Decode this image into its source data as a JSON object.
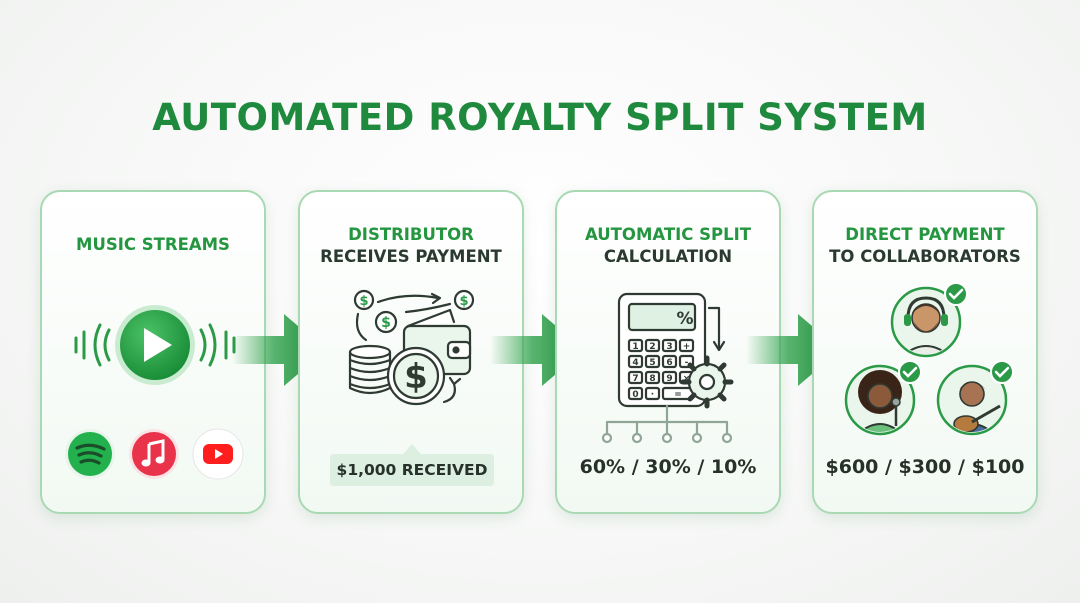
{
  "title": "AUTOMATED ROYALTY SPLIT SYSTEM",
  "colors": {
    "accent": "#24963f",
    "card_border": "#a9d9b3",
    "text_dark": "#2b3a30"
  },
  "steps": [
    {
      "title_lines": [
        "MUSIC STREAMS"
      ],
      "icons": [
        "play-button-icon",
        "spotify-icon",
        "apple-music-icon",
        "youtube-icon"
      ]
    },
    {
      "title_lines": [
        "DISTRIBUTOR",
        "RECEIVES PAYMENT"
      ],
      "badge": "$1,000 RECEIVED",
      "icons": [
        "money-wallet-icon"
      ]
    },
    {
      "title_lines": [
        "AUTOMATIC SPLIT",
        "CALCULATION"
      ],
      "caption": "60% / 30% / 10%",
      "icons": [
        "calculator-gear-icon"
      ]
    },
    {
      "title_lines": [
        "DIRECT PAYMENT",
        "TO COLLABORATORS"
      ],
      "caption": "$600 / $300 / $100",
      "icons": [
        "collaborator-avatars-icon"
      ]
    }
  ],
  "calculator": {
    "display": "%",
    "keys": [
      "1",
      "2",
      "3",
      "+",
      "4",
      "5",
      "6",
      "-",
      "7",
      "8",
      "9",
      "×",
      "0",
      "·",
      "="
    ]
  }
}
